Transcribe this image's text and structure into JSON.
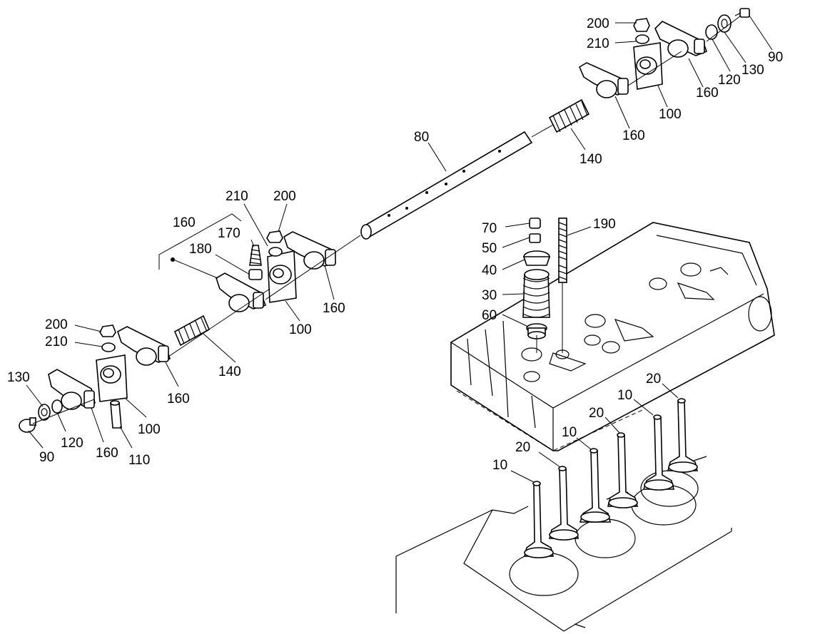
{
  "labels": {
    "l_200a": "200",
    "l_210a": "210",
    "l_90a": "90",
    "l_130a": "130",
    "l_120a": "120",
    "l_160a": "160",
    "l_100a": "100",
    "l_160b": "160",
    "l_140a": "140",
    "l_80": "80",
    "l_210b": "210",
    "l_200b": "200",
    "l_160c": "160",
    "l_170": "170",
    "l_180": "180",
    "l_160d": "160",
    "l_100b": "100",
    "l_140b": "140",
    "l_200c": "200",
    "l_210c": "210",
    "l_160e": "160",
    "l_130b": "130",
    "l_100c": "100",
    "l_120b": "120",
    "l_90b": "90",
    "l_160f": "160",
    "l_110": "110",
    "l_70": "70",
    "l_190": "190",
    "l_50": "50",
    "l_40": "40",
    "l_30": "30",
    "l_60": "60",
    "l_20a": "20",
    "l_10a": "10",
    "l_20b": "20",
    "l_10b": "10",
    "l_20c": "20",
    "l_10c": "10"
  },
  "colors": {
    "ink": "#000000",
    "paper": "#ffffff"
  }
}
